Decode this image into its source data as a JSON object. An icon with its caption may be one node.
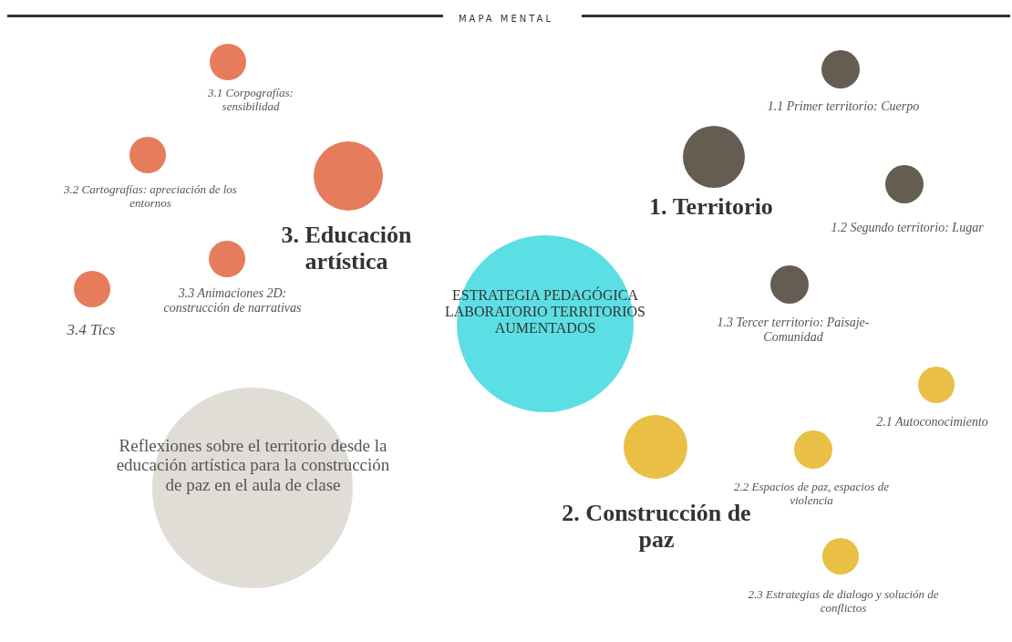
{
  "diagram": {
    "title": "MAPA MENTAL",
    "nodes": [
      {
        "text": [
          "3.1 Corpografías: sensibilidad"
        ]
      },
      {
        "text": [
          "1.1 Primer territorio: Cuerpo"
        ]
      },
      {
        "text": [
          "1. Territorio"
        ]
      },
      {
        "text": [
          "3.2 Cartografías: apreciación de los entornos"
        ]
      },
      {
        "text": [
          "3. Educación artística"
        ]
      },
      {
        "text": [
          "1.2 Segundo territorio: Lugar"
        ]
      },
      {
        "text": [
          "3.3 Animaciones 2D: construcción de narrativas"
        ]
      },
      {
        "text": [
          "3.4 Tics"
        ]
      },
      {
        "text": [
          "ESTRATEGIA PEDAGÓGICA LABORATORIO TERRITORIOS AUMENTADOS"
        ]
      },
      {
        "text": [
          "1.3 Tercer territorio: Paisaje- Comunidad"
        ]
      },
      {
        "text": [
          "2.1 Autoconocimiento"
        ]
      },
      {
        "text": [
          "Reflexiones sobre el territorio desde la educación artística para la construcción de paz en el aula de clase"
        ]
      },
      {
        "text": [
          "2. Construcción de paz"
        ]
      },
      {
        "text": [
          "2.2 Espacios de paz, espacios de violencia"
        ]
      },
      {
        "text": [
          "2.3 Estrategias de dialogo y solución de conflictos"
        ]
      }
    ],
    "edges": []
  }
}
